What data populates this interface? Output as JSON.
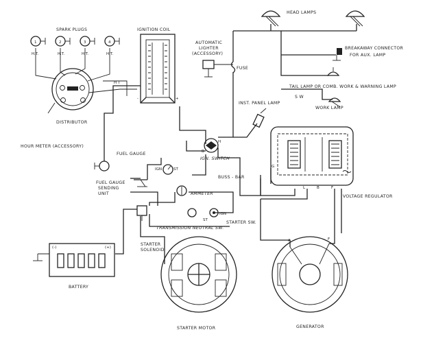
{
  "labels": {
    "head_lamps": "HEAD LAMPS",
    "spark_plugs": "SPARK PLUGS",
    "ignition_coil": "IGNITION COIL",
    "automatic_lighter": "AUTOMATIC",
    "automatic_lighter_2": "LIGHTER",
    "automatic_lighter_3": "(ACCESSORY)",
    "fuse": "FUSE",
    "breakaway": "BREAKAWAY CONNECTOR",
    "breakaway_2": "FOR AUX. LAMP",
    "tail_lamp": "TAIL LAMP OR COMB. WORK & WARNING LAMP",
    "sw": "S W",
    "work_lamp": "WORK LAMP",
    "inst_panel_lamp": "INST. PANEL LAMP",
    "distributor": "DISTRIBUTOR",
    "hour_meter": "HOUR METER (ACCESSORY)",
    "fuel_gauge": "FUEL GAUGE",
    "ign_switch": "IGN. SWITCH",
    "ign": "IGN",
    "st": "ST",
    "buss_bar": "BUSS - BAR",
    "fuel_gauge_sending": "FUEL GAUGE",
    "fuel_gauge_sending_2": "SENDING",
    "fuel_gauge_sending_3": "UNIT",
    "ammeter": "AMMETER",
    "transmission_neutral": "TRANSMISSION NEUTRAL SW.",
    "starter_sw": "STARTER SW.",
    "voltage_regulator": "VOLTAGE REGULATOR",
    "starter_solenoid": "STARTER",
    "starter_solenoid_2": "SOLENOID",
    "battery": "BATTERY",
    "starter_motor": "STARTER MOTOR",
    "generator": "GENERATOR",
    "ht": "H.T.",
    "ht2": "H T",
    "plug_1": "1",
    "plug_2": "2",
    "plug_3": "3",
    "plug_4": "4",
    "term_b": "B",
    "term_h": "H",
    "term_g": "G",
    "term_l": "L",
    "term_f": "F",
    "term_a": "A",
    "term_f2": "F",
    "term_neg": "(-)",
    "term_pos": "(+)",
    "st2": "ST",
    "ign2": "IGN",
    "plus": "+",
    "minus": "-"
  }
}
